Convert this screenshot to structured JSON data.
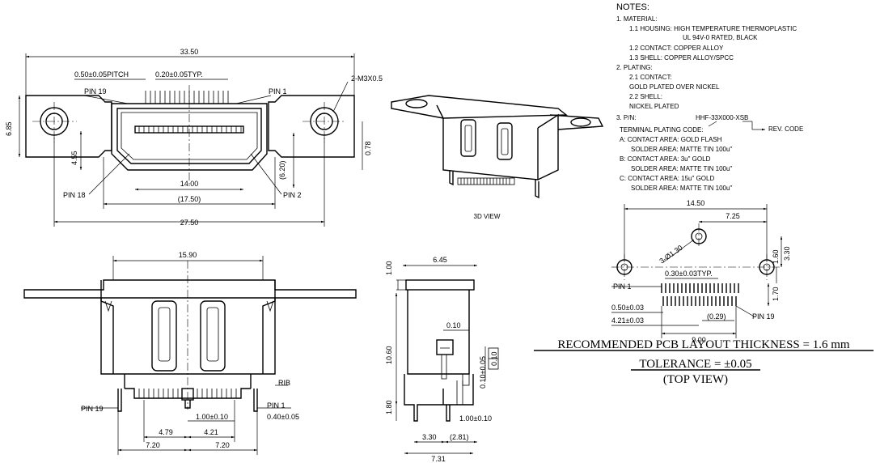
{
  "notes": {
    "title": "NOTES:",
    "lines": [
      "1. MATERIAL:",
      "1.1 HOUSING: HIGH TEMPERATURE THERMOPLASTIC",
      "UL 94V-0 RATED, BLACK",
      "1.2 CONTACT: COPPER ALLOY",
      "1.3 SHELL: COPPER ALLOY/SPCC",
      "2. PLATING:",
      "2.1 CONTACT:",
      "GOLD PLATED OVER NICKEL",
      "2.2 SHELL:",
      "NICKEL PLATED",
      "3. P/N:",
      "HHF-33X000-XSB",
      "REV. CODE",
      "TERMINAL PLATING CODE:",
      "A: CONTACT AREA: GOLD FLASH",
      "SOLDER AREA: MATTE TIN 100u\"",
      "B: CONTACT AREA: 3u\" GOLD",
      "SOLDER AREA: MATTE TIN 100u\"",
      "C: CONTACT AREA: 15u\" GOLD",
      "SOLDER AREA: MATTE TIN 100u\""
    ]
  },
  "front_view": {
    "dims": [
      "33.50",
      "0.50±0.05PITCH",
      "0.20±0.05TYP.",
      "2-M3X0.5",
      "6.85",
      "0.78",
      "4.55",
      "(6.20)",
      "14.00",
      "(17.50)",
      "27.50"
    ],
    "labels": [
      "PIN 19",
      "PIN 1",
      "PIN 18",
      "PIN 2"
    ]
  },
  "view_3d": {
    "caption": "3D VIEW"
  },
  "bottom_view": {
    "dims": [
      "15.90",
      "RIB",
      "1.00±0.10",
      "0.40±0.05",
      "4.79",
      "4.21",
      "7.20",
      "7.20"
    ],
    "labels": [
      "PIN 19",
      "PIN 1"
    ]
  },
  "side_view": {
    "dims": [
      "1.00",
      "6.45",
      "0.10",
      "10.60",
      "0.10±0.05",
      "0.10",
      "1.80",
      "3.30",
      "(2.81)",
      "1.00±0.10",
      "7.31"
    ]
  },
  "pcb_view": {
    "dims": [
      "14.50",
      "7.25",
      "3-Ø1.30",
      "1.60",
      "3.30",
      "0.30±0.03TYP.",
      "PIN 1",
      "1.70",
      "0.50±0.03",
      "4.21±0.03",
      "(0.29)",
      "PIN 19",
      "9.00"
    ]
  },
  "footer": {
    "line1": "RECOMMENDED PCB LAYOUT THICKNESS = 1.6 mm",
    "line2": "TOLERANCE = ±0.05",
    "line3": "(TOP VIEW)"
  }
}
